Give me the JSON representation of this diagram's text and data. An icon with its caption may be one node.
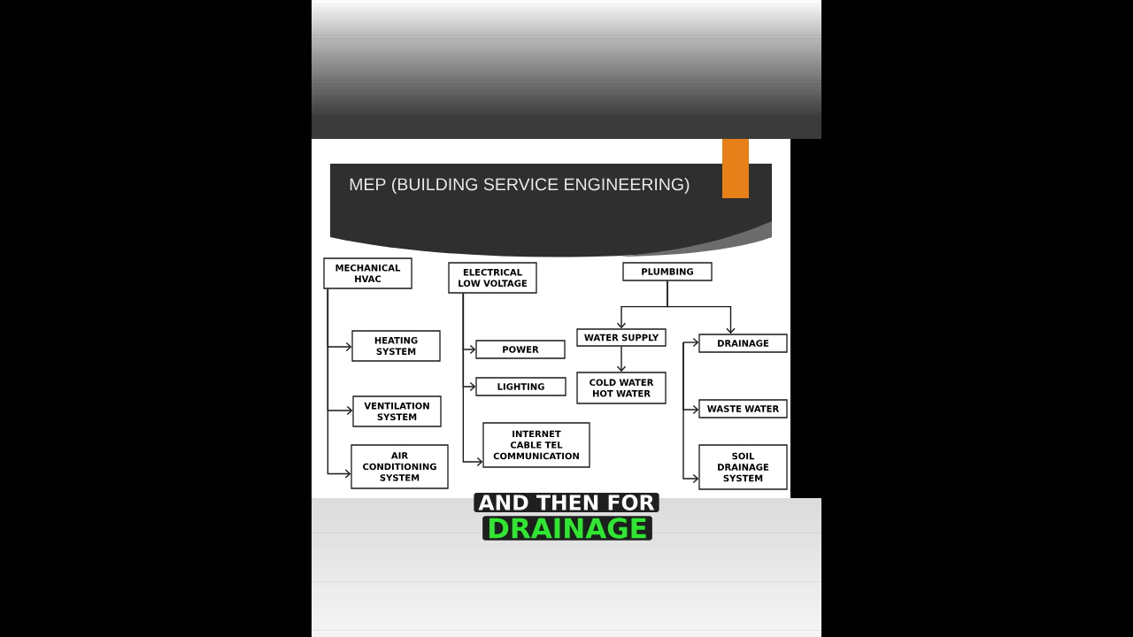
{
  "diagram": {
    "title": "MEP (BUILDING SERVICE ENGINEERING)",
    "nodes": [
      {
        "text": [
          "MECHANICAL HVAC"
        ]
      },
      {
        "text": [
          "HEATING SYSTEM"
        ]
      },
      {
        "text": [
          "VENTILATION SYSTEM"
        ]
      },
      {
        "text": [
          "AIR CONDITIONING SYSTEM"
        ]
      },
      {
        "text": [
          "ELECTRICAL LOW VOLTAGE"
        ]
      },
      {
        "text": [
          "POWER"
        ]
      },
      {
        "text": [
          "LIGHTING"
        ]
      },
      {
        "text": [
          "INTERNET CABLE TEL COMMUNICATION"
        ]
      },
      {
        "text": [
          "PLUMBING"
        ]
      },
      {
        "text": [
          "WATER SUPPLY"
        ]
      },
      {
        "text": [
          "DRAINAGE"
        ]
      },
      {
        "text": [
          "COLD WATER HOT WATER"
        ]
      },
      {
        "text": [
          "WASTE WATER"
        ]
      },
      {
        "text": [
          "SOIL DRAINAGE SYSTEM"
        ]
      }
    ],
    "edges": [
      {
        "from": 0,
        "to": 1,
        "arrow": "to"
      },
      {
        "from": 0,
        "to": 2,
        "arrow": "to"
      },
      {
        "from": 0,
        "to": 3,
        "arrow": "to"
      },
      {
        "from": 4,
        "to": 5,
        "arrow": "to"
      },
      {
        "from": 4,
        "to": 6,
        "arrow": "to"
      },
      {
        "from": 4,
        "to": 7,
        "arrow": "to"
      },
      {
        "from": 8,
        "to": 9,
        "arrow": "to"
      },
      {
        "from": 8,
        "to": 10,
        "arrow": "to"
      },
      {
        "from": 9,
        "to": 11,
        "arrow": "to"
      },
      {
        "from": null,
        "to": 10,
        "arrow": "to"
      },
      {
        "from": null,
        "to": 12,
        "arrow": "to"
      },
      {
        "from": null,
        "to": 13,
        "arrow": "to"
      }
    ],
    "labels": [
      "AND THEN FOR",
      "DRAINAGE"
    ]
  }
}
